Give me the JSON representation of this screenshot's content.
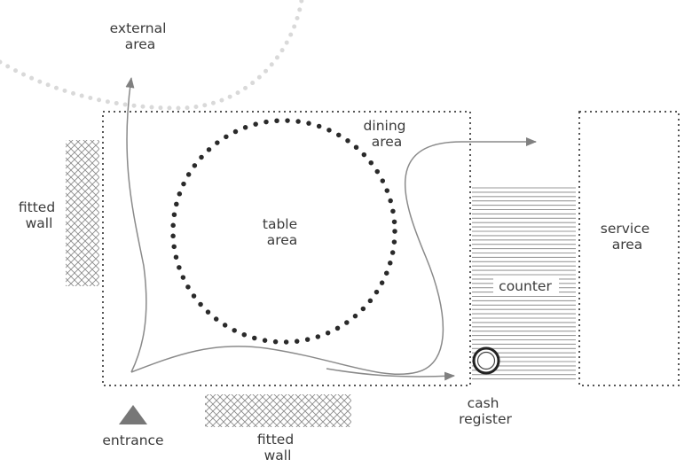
{
  "title": "Restaurant floor plan – circulation diagram",
  "colors": {
    "text": "#3a3a3a",
    "dots_dark": "#2a2a2a",
    "dots_light": "#d9d9d9",
    "path_line": "#8a8a8a",
    "hatch": "#8c8c8c",
    "counter_lines": "#9a9a9a",
    "entrance_marker": "#777777",
    "boundary": "#555555"
  },
  "labels": {
    "external_area": [
      "external",
      "area"
    ],
    "dining_area": [
      "dining",
      "area"
    ],
    "table_area": [
      "table",
      "area"
    ],
    "fitted_wall_left": [
      "fitted",
      "wall"
    ],
    "fitted_wall_bottom": [
      "fitted",
      "wall"
    ],
    "counter": [
      "counter"
    ],
    "service_area": [
      "service",
      "area"
    ],
    "cash_register": [
      "cash",
      "register"
    ],
    "entrance": [
      "entrance"
    ]
  },
  "zones": [
    {
      "id": "external-area",
      "style": "light dotted arc"
    },
    {
      "id": "dining-area",
      "style": "dotted rectangle"
    },
    {
      "id": "table-area",
      "style": "dark dotted circle"
    },
    {
      "id": "counter",
      "style": "horizontal line hatch"
    },
    {
      "id": "service-area",
      "style": "dotted rectangle"
    },
    {
      "id": "fitted-wall-left",
      "style": "cross hatch"
    },
    {
      "id": "fitted-wall-bottom",
      "style": "cross hatch"
    },
    {
      "id": "cash-register",
      "style": "double circle"
    },
    {
      "id": "entrance",
      "style": "triangle marker"
    }
  ],
  "circulation_paths": [
    {
      "id": "path-to-external-area",
      "from": "entrance",
      "to": "external area"
    },
    {
      "id": "path-to-service-area",
      "from": "entrance",
      "to": "service area"
    },
    {
      "id": "path-to-cash-register",
      "from": "dining area",
      "to": "cash register"
    }
  ]
}
